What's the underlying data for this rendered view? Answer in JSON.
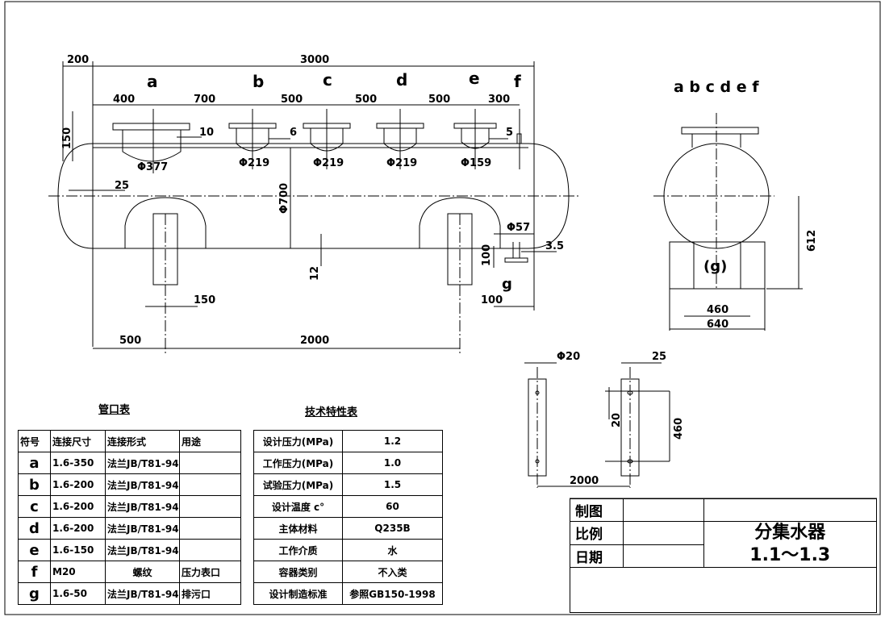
{
  "main_view": {
    "dims_top": [
      "200",
      "3000"
    ],
    "nozzle_letters": [
      "a",
      "b",
      "c",
      "d",
      "e",
      "f"
    ],
    "dims_spacing": [
      "400",
      "700",
      "500",
      "500",
      "500",
      "300"
    ],
    "small_dims": [
      "150",
      "10",
      "6",
      "5",
      "25",
      "3.5",
      "12",
      "100"
    ],
    "diameters": [
      "Φ377",
      "Φ219",
      "Φ219",
      "Φ219",
      "Φ159"
    ],
    "shell_diameter": "Φ700",
    "drain_diameter": "Φ57",
    "drain_letter": "g",
    "dims_bottom": [
      "150",
      "100",
      "500",
      "2000"
    ]
  },
  "side_view": {
    "label": "a b c d e f",
    "drain_label": "(g)",
    "dims": [
      "612",
      "460",
      "640"
    ]
  },
  "support_view": {
    "dims": [
      "Φ20",
      "25",
      "20",
      "460",
      "2000"
    ]
  },
  "nozzle_table": {
    "title": "管口表",
    "headers": [
      "符号",
      "连接尺寸",
      "连接形式",
      "用途"
    ],
    "rows": [
      [
        "a",
        "1.6-350",
        "法兰JB/T81-94",
        ""
      ],
      [
        "b",
        "1.6-200",
        "法兰JB/T81-94",
        ""
      ],
      [
        "c",
        "1.6-200",
        "法兰JB/T81-94",
        ""
      ],
      [
        "d",
        "1.6-200",
        "法兰JB/T81-94",
        ""
      ],
      [
        "e",
        "1.6-150",
        "法兰JB/T81-94",
        ""
      ],
      [
        "f",
        "M20",
        "螺纹",
        "压力表口"
      ],
      [
        "g",
        "1.6-50",
        "法兰JB/T81-94",
        "排污口"
      ]
    ]
  },
  "tech_table": {
    "title": "技术特性表",
    "rows": [
      [
        "设计压力(MPa)",
        "1.2"
      ],
      [
        "工作压力(MPa)",
        "1.0"
      ],
      [
        "试验压力(MPa)",
        "1.5"
      ],
      [
        "设计温度 c°",
        "60"
      ],
      [
        "主体材料",
        "Q235B"
      ],
      [
        "工作介质",
        "水"
      ],
      [
        "容器类别",
        "不入类"
      ],
      [
        "设计制造标准",
        "参照GB150-1998"
      ]
    ]
  },
  "title_block": {
    "rows": [
      "制图",
      "比例",
      "日期"
    ],
    "drawing_name": "分集水器",
    "drawing_number": "1.1～1.3"
  }
}
